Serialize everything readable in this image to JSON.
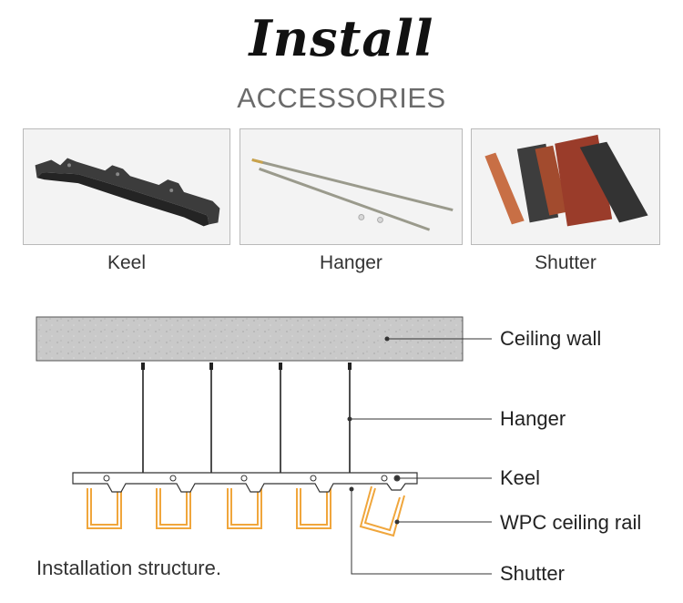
{
  "header": {
    "title": "Install",
    "subtitle": "ACCESSORIES"
  },
  "accessories": [
    {
      "label": "Keel",
      "icon": "keel-photo"
    },
    {
      "label": "Hanger",
      "icon": "hanger-photo"
    },
    {
      "label": "Shutter",
      "icon": "shutter-photo"
    }
  ],
  "diagram": {
    "labels": {
      "ceiling_wall": "Ceiling wall",
      "hanger": "Hanger",
      "keel": "Keel",
      "rail": "WPC ceiling rail",
      "shutter": "Shutter"
    },
    "caption": "Installation structure.",
    "colors": {
      "rail": "#f0a63c",
      "concrete": "#c9c9c9",
      "line": "#333333"
    }
  }
}
